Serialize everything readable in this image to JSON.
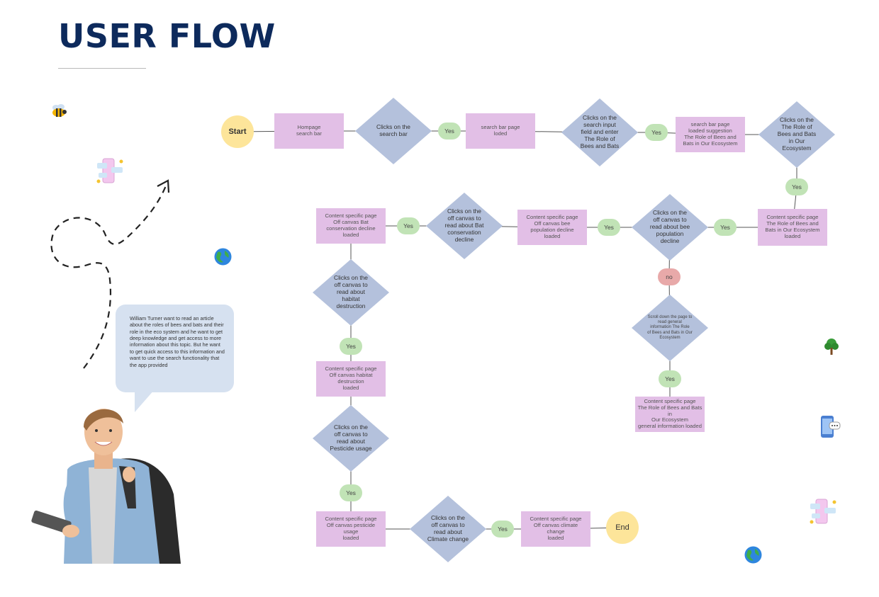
{
  "title": "USER FLOW",
  "scenario": "William Turner want to read an article about the roles of bees and bats and their role in the eco system and he want to get deep knowledge and get access to more information about this topic. But he want to get quick access to this information and want to use the search functionality that the app provided",
  "colors": {
    "title": "#0d2a5c",
    "process_box": "#e2bfe6",
    "decision": "#b4c1dc",
    "yes_pill": "#c1e3b6",
    "no_pill": "#e8a9a9",
    "terminal": "#fde59a",
    "bubble": "#d6e1f0",
    "connector": "#555555"
  },
  "nodes": {
    "start": "Start",
    "hompage": "Hompage\nsearch bar",
    "d_search_bar": "Clicks on the\nsearch bar",
    "y1": "Yes",
    "search_loaded": "search bar page\nloded",
    "d_enter": "Clicks on the\nsearch input\nfield and enter\nThe Role of\nBees and Bats",
    "y2": "Yes",
    "suggestion": "search bar page\nloaded suggestion\nThe Role of Bees and\nBats in Our Ecosystem",
    "d_role": "Clicks on the\nThe Role of\nBees and Bats\nin Our\nEcosystem",
    "y3": "Yes",
    "role_loaded": "Content specific page\nThe Role of Bees and\nBats in Our Ecosystem\nloaded",
    "y4": "Yes",
    "d_bee": "Clicks on the\noff canvas to\nread about bee\npopulation\ndecline",
    "y5": "Yes",
    "bee_loaded": "Content specific page\nOff canvas bee\npopulation decline\nloaded",
    "d_bat": "Clicks on the\noff canvas to\nread about Bat\nconservation\ndecline",
    "y6": "Yes",
    "bat_loaded": "Content specific page\nOff canvas Bat\nconservation decline\nloaded",
    "no": "no",
    "d_scroll": "Scroll down the page to\nread general\ninformation The Role\nof Bees and Bats in Our\nEcosystem",
    "y_scroll": "Yes",
    "general_loaded": "Content specific page\nThe Role of Bees and Bats in\nOur Ecosystem\ngeneral information loaded",
    "d_habitat": "Clicks on the\noff canvas to\nread about\nhabitat\ndestruction",
    "y7": "Yes",
    "habitat_loaded": "Content specific page\nOff canvas habitat\ndestruction\nloaded",
    "d_pesticide": "Clicks on the\noff canvas to\nread about\nPesticide usage",
    "y8": "Yes",
    "pesticide_loaded": "Content specific page\nOff canvas pesticide\nusage\nloaded",
    "d_climate": "Clicks on the\noff canvas to\nread about\nClimate change",
    "y9": "Yes",
    "climate_loaded": "Content specific page\nOff canvas climate\nchange\nloaded",
    "end": "End"
  },
  "icons": [
    "bee-icon",
    "phone-chat-icon",
    "globe-icon",
    "tree-icon",
    "mobile-message-icon",
    "person-illustration",
    "dashed-arrow"
  ]
}
